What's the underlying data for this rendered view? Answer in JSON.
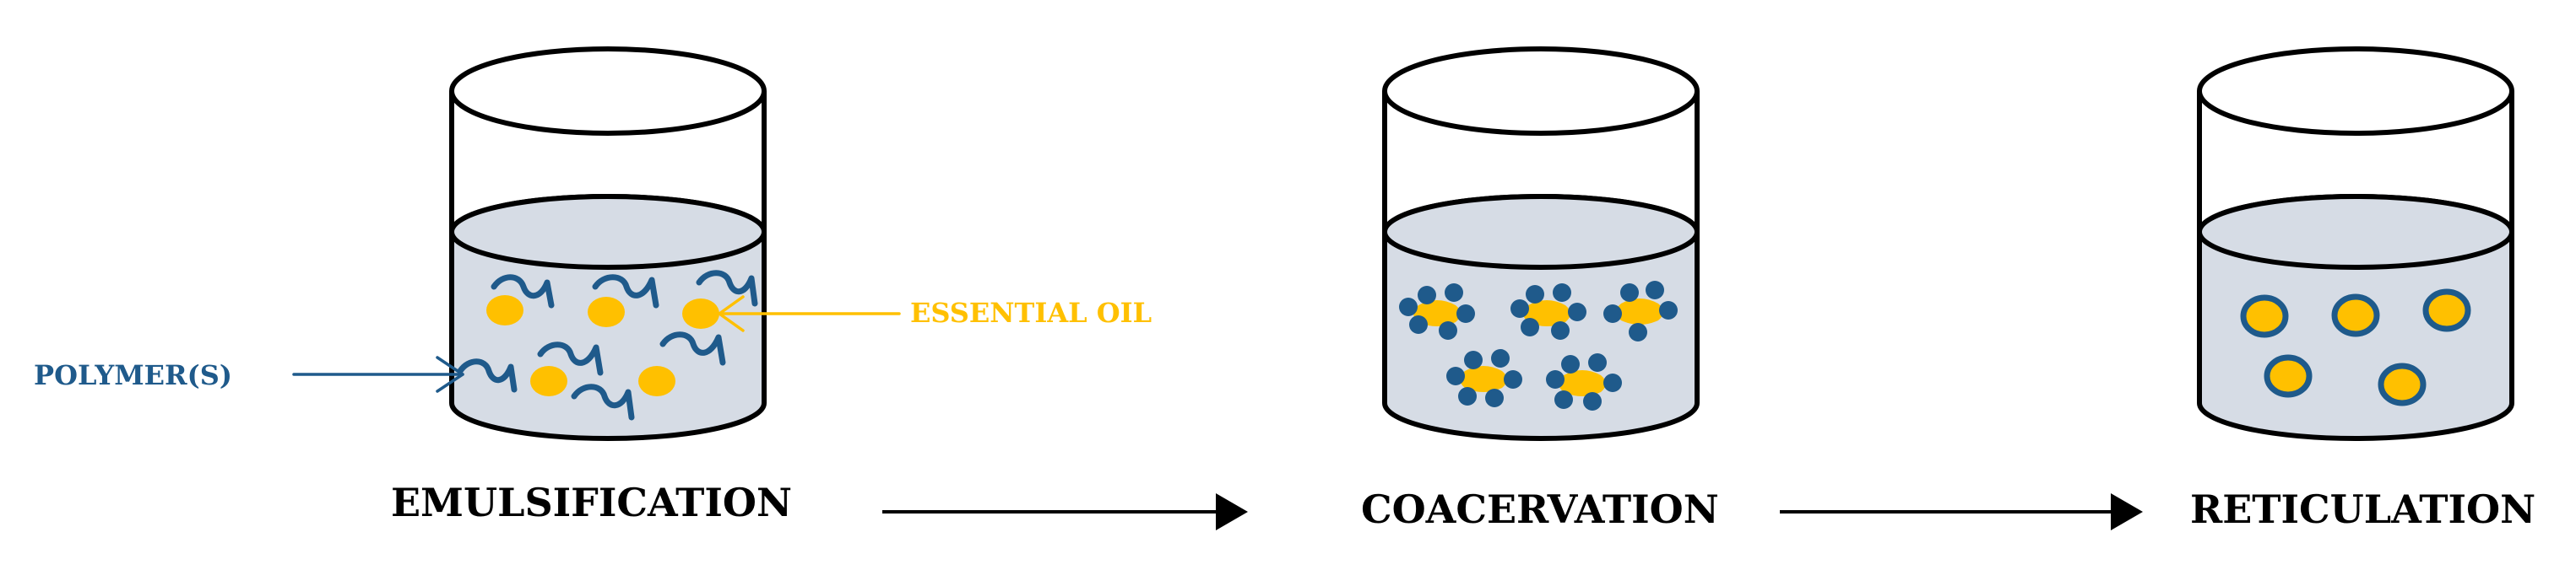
{
  "stages": [
    {
      "id": "emulsification",
      "label": "EMULSIFICATION"
    },
    {
      "id": "coacervation",
      "label": "COACERVATION"
    },
    {
      "id": "reticulation",
      "label": "RETICULATION"
    }
  ],
  "annotations": {
    "polymer": "POLYMER(S)",
    "essential_oil": "ESSENTIAL OIL"
  },
  "colors": {
    "liquid": "#D6DCE5",
    "polymer": "#1F5A8B",
    "oil": "#FFC000",
    "outline": "#000000"
  }
}
